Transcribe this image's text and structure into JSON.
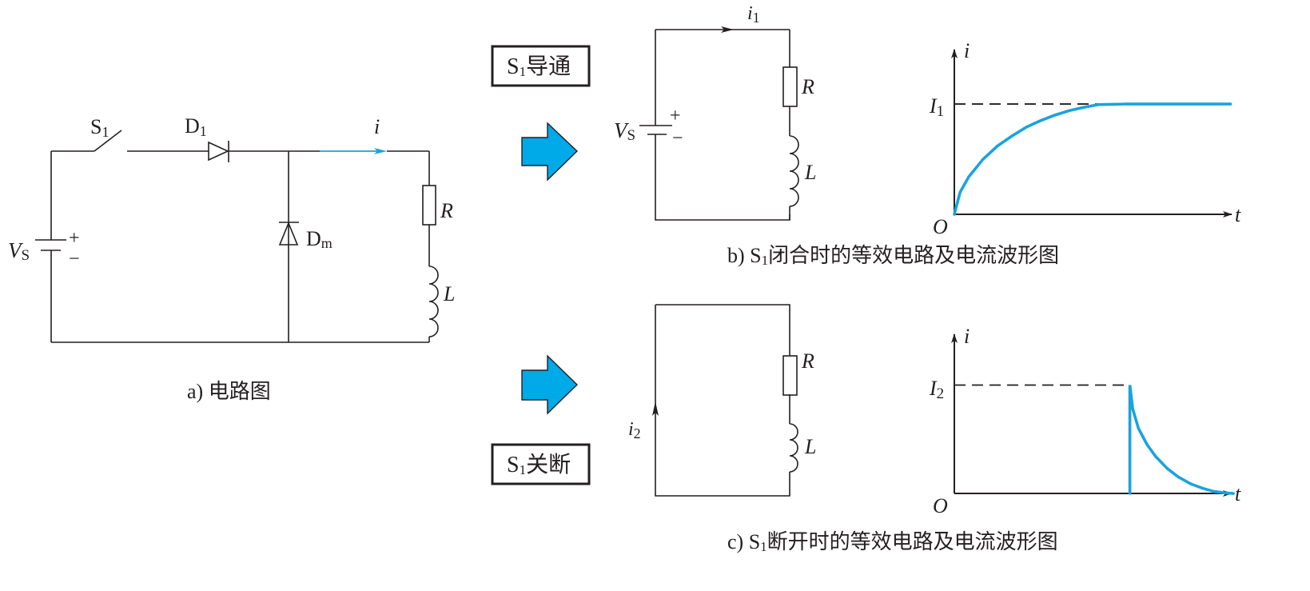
{
  "colors": {
    "ink": "#231f20",
    "accent_blue": "#00a9e8",
    "curve_blue": "#1aa3de"
  },
  "circuit_a": {
    "switch_label": "S",
    "switch_sub": "1",
    "diode_label": "D",
    "diode_sub": "1",
    "freewheel_label": "D",
    "freewheel_sub": "m",
    "current_label": "i",
    "source_label": "V",
    "source_sub": "S",
    "plus": "+",
    "minus": "−",
    "resistor_label": "R",
    "inductor_label": "L",
    "caption": "a) 电路图"
  },
  "state_on": {
    "box_label": "S",
    "box_sub": "1",
    "box_text": "导通",
    "arrow_icon": "right-block-arrow"
  },
  "state_off": {
    "box_label": "S",
    "box_sub": "1",
    "box_text": "关断",
    "arrow_icon": "right-block-arrow"
  },
  "circuit_b": {
    "current_label": "i",
    "current_sub": "1",
    "source_label": "V",
    "source_sub": "S",
    "plus": "+",
    "minus": "−",
    "resistor_label": "R",
    "inductor_label": "L",
    "caption_prefix": "b) S",
    "caption_sub": "1",
    "caption_text": "闭合时的等效电路及电流波形图"
  },
  "circuit_c": {
    "current_label": "i",
    "current_sub": "2",
    "resistor_label": "R",
    "inductor_label": "L",
    "caption_prefix": "c) S",
    "caption_sub": "1",
    "caption_text": "断开时的等效电路及电流波形图"
  },
  "chart_data": [
    {
      "type": "line",
      "title": "",
      "xlabel": "t",
      "ylabel": "i",
      "origin_label": "O",
      "level_label": "I",
      "level_sub": "1",
      "description": "Exponential rise from 0 to steady value I1, then constant",
      "xlim": [
        0,
        1.0
      ],
      "ylim": [
        0,
        1.45
      ],
      "level": 1.0,
      "x": [
        0,
        0.02,
        0.05,
        0.1,
        0.15,
        0.2,
        0.25,
        0.3,
        0.35,
        0.4,
        0.45,
        0.5,
        0.6,
        0.7,
        0.8,
        0.9,
        0.96
      ],
      "y": [
        0,
        0.2,
        0.34,
        0.5,
        0.62,
        0.71,
        0.79,
        0.85,
        0.9,
        0.94,
        0.97,
        0.995,
        1.0,
        1.0,
        1.0,
        1.0,
        1.0
      ],
      "grid": false
    },
    {
      "type": "line",
      "title": "",
      "xlabel": "t",
      "ylabel": "i",
      "origin_label": "O",
      "level_label": "I",
      "level_sub": "2",
      "description": "Current jumps to I2 at switch-off instant then decays exponentially to 0",
      "xlim": [
        0,
        1.0
      ],
      "ylim": [
        0,
        1.55
      ],
      "level": 1.0,
      "switch_time": 0.61,
      "x": [
        0.61,
        0.61,
        0.62,
        0.64,
        0.67,
        0.7,
        0.74,
        0.78,
        0.82,
        0.86,
        0.9,
        0.94,
        0.97
      ],
      "y": [
        0,
        1.0,
        0.78,
        0.6,
        0.45,
        0.34,
        0.23,
        0.15,
        0.09,
        0.05,
        0.02,
        0.005,
        0
      ],
      "grid": false
    }
  ]
}
